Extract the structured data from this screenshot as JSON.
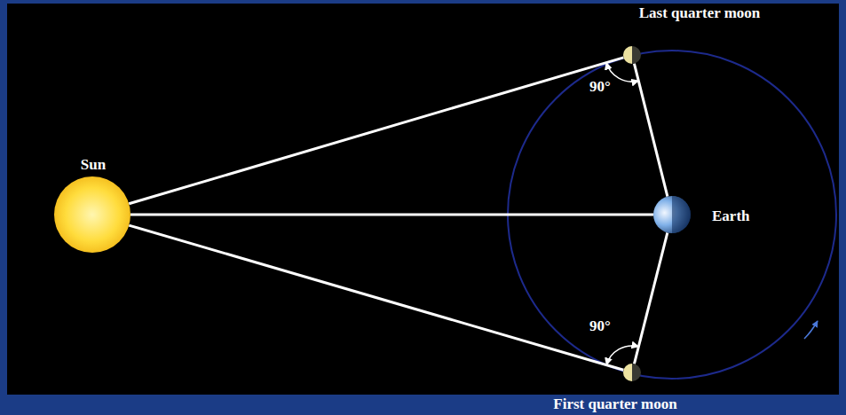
{
  "diagram": {
    "nodes": [
      {
        "text": [
          "Last quarter moon"
        ]
      },
      {
        "text": [
          "Sun"
        ]
      },
      {
        "text": [
          "Earth"
        ]
      },
      {
        "text": [
          "First quarter moon"
        ]
      }
    ],
    "edges": [
      {
        "from": 1,
        "to": 2,
        "arrow": "none"
      },
      {
        "from": 1,
        "to": 0,
        "arrow": "none"
      },
      {
        "from": 1,
        "to": 3,
        "arrow": "none"
      },
      {
        "from": 2,
        "to": 0,
        "arrow": "none"
      },
      {
        "from": 2,
        "to": 3,
        "arrow": "none"
      }
    ],
    "labels": [
      "90°",
      "90°"
    ]
  }
}
